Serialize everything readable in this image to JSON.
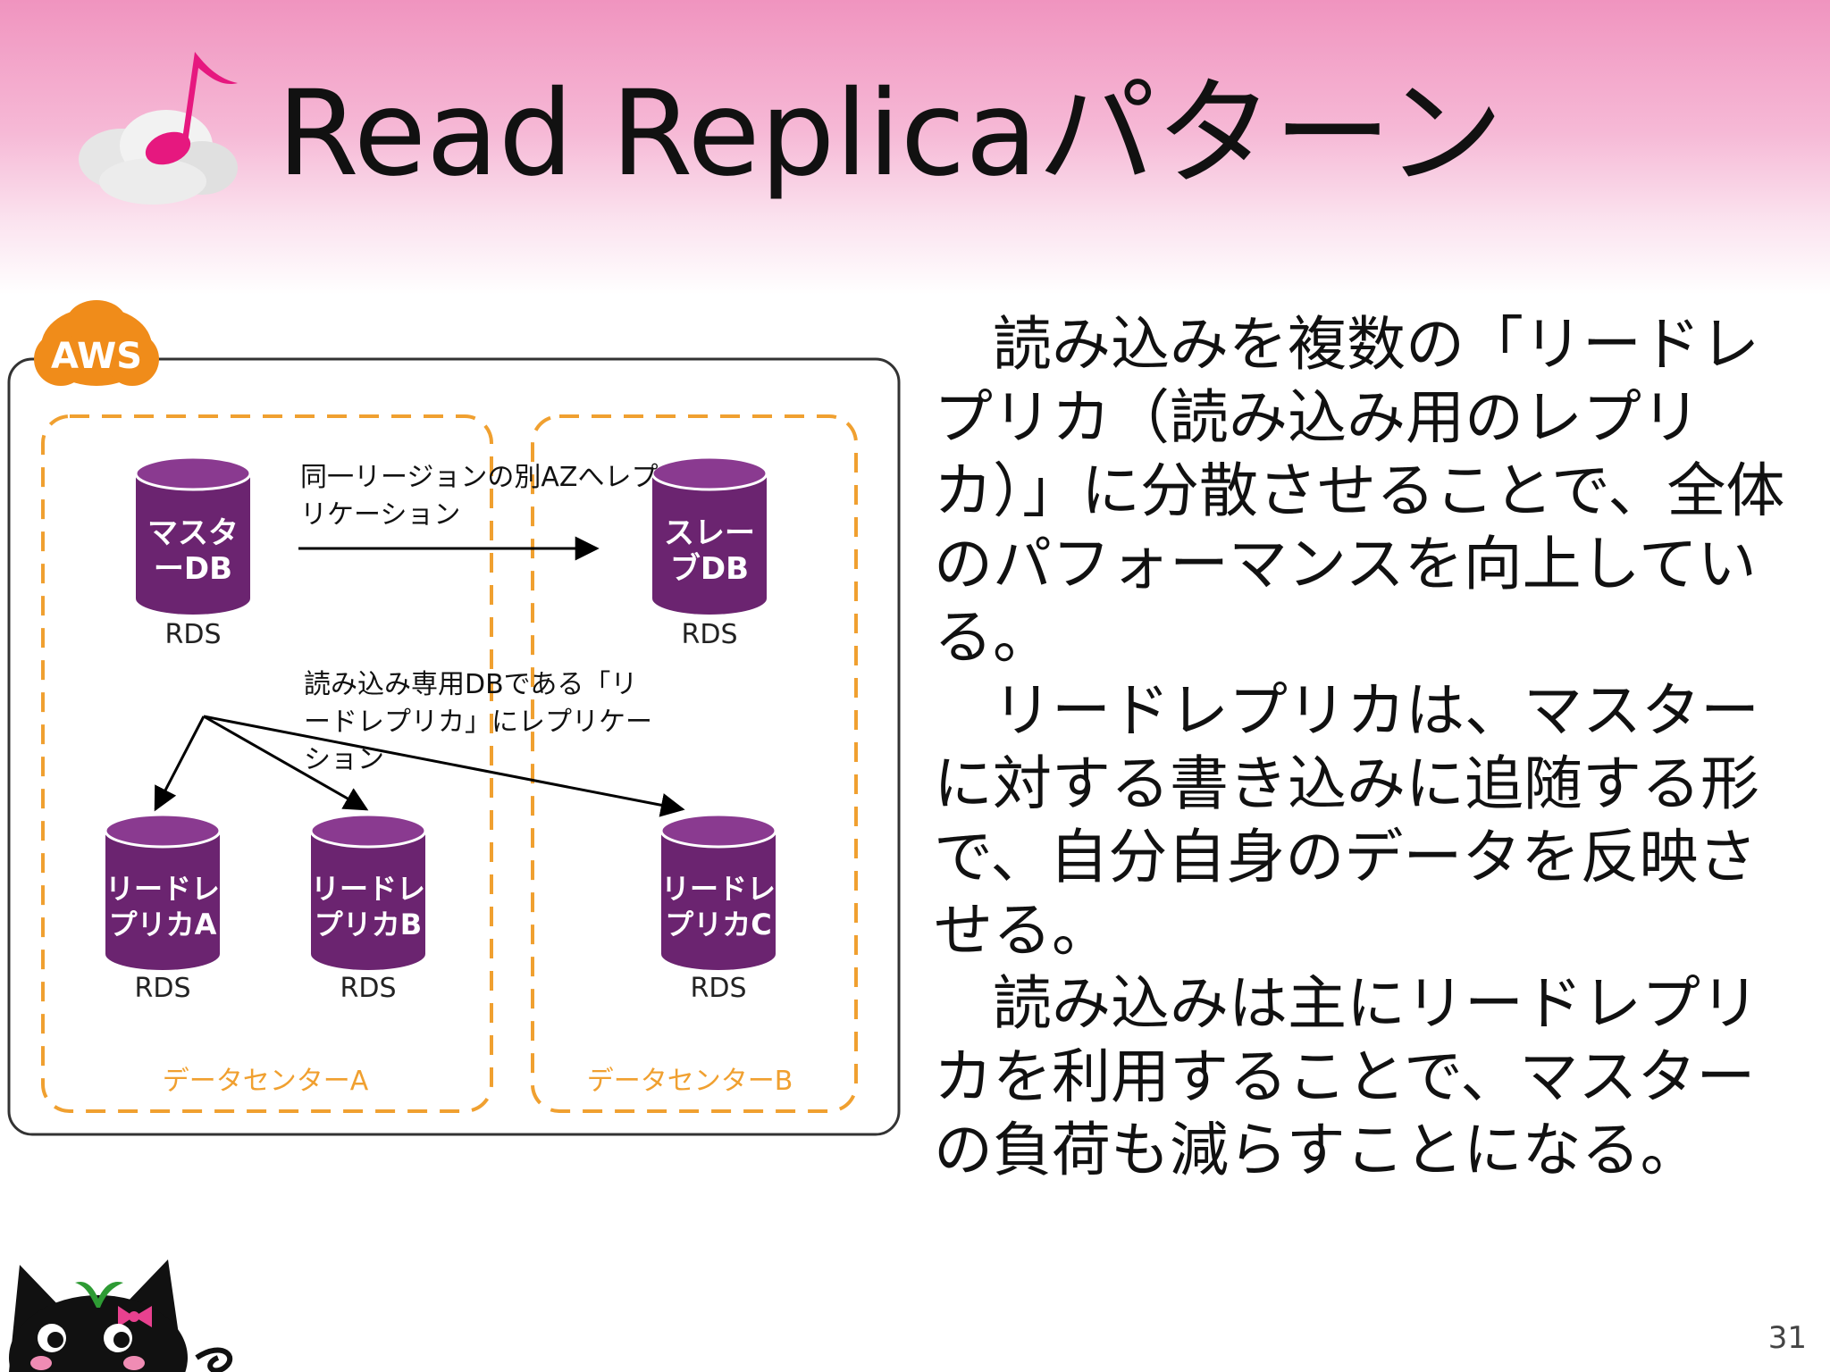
{
  "slide": {
    "title": "Read Replicaパターン",
    "page_number": "31"
  },
  "diagram": {
    "cloud_badge": "AWS",
    "datacenters": [
      {
        "label": "データセンターA"
      },
      {
        "label": "データセンターB"
      }
    ],
    "databases": [
      {
        "label_lines": [
          "マスタ",
          "ーDB"
        ],
        "service": "RDS"
      },
      {
        "label_lines": [
          "スレー",
          "ブDB"
        ],
        "service": "RDS"
      },
      {
        "label_lines": [
          "リードレ",
          "プリカA"
        ],
        "service": "RDS"
      },
      {
        "label_lines": [
          "リードレ",
          "プリカB"
        ],
        "service": "RDS"
      },
      {
        "label_lines": [
          "リードレ",
          "プリカC"
        ],
        "service": "RDS"
      }
    ],
    "notes": {
      "az_replication": [
        "同一リージョンの別AZへレプ",
        "リケーション"
      ],
      "read_replication": [
        "読み込み専用DBである「リ",
        "ードレプリカ」にレプリケー",
        "ション"
      ]
    }
  },
  "body": {
    "paragraphs": [
      "読み込みを複数の「リードレプリカ（読み込み用のレプリカ）」に分散させることで、全体のパフォーマンスを向上している。",
      "リードレプリカは、マスターに対する書き込みに追随する形で、自分自身のデータを反映させる。",
      "読み込みは主にリードレプリカを利用することで、マスターの負荷も減らすことになる。"
    ]
  },
  "colors": {
    "header_pink": "#f094bf",
    "db_purple": "#6b2470",
    "datacenter_orange": "#f0a030",
    "aws_orange": "#f08c1a"
  }
}
